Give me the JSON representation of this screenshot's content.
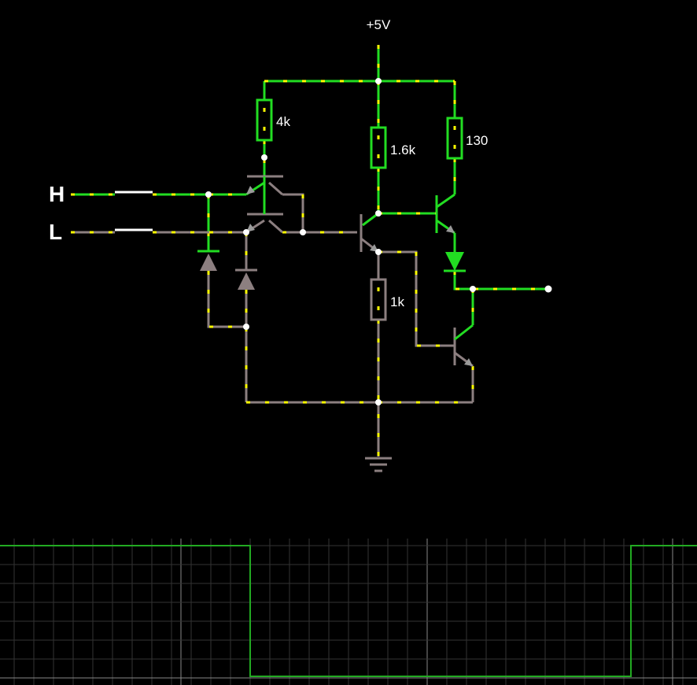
{
  "labels": {
    "supply": "+5V",
    "input_high": "H",
    "input_low": "L",
    "r_4k": "4k",
    "r_1_6k": "1.6k",
    "r_130": "130",
    "r_1k": "1k"
  },
  "colors": {
    "background": "#000000",
    "wire_high": "#22dd22",
    "wire_low": "#8c7f80",
    "current_dots": "#ffff00",
    "node": "#ffffff",
    "scope_grid": "#333333",
    "scope_trace": "#22aa22"
  },
  "scope": {
    "trace_levels": [
      "high",
      "low",
      "high"
    ]
  }
}
